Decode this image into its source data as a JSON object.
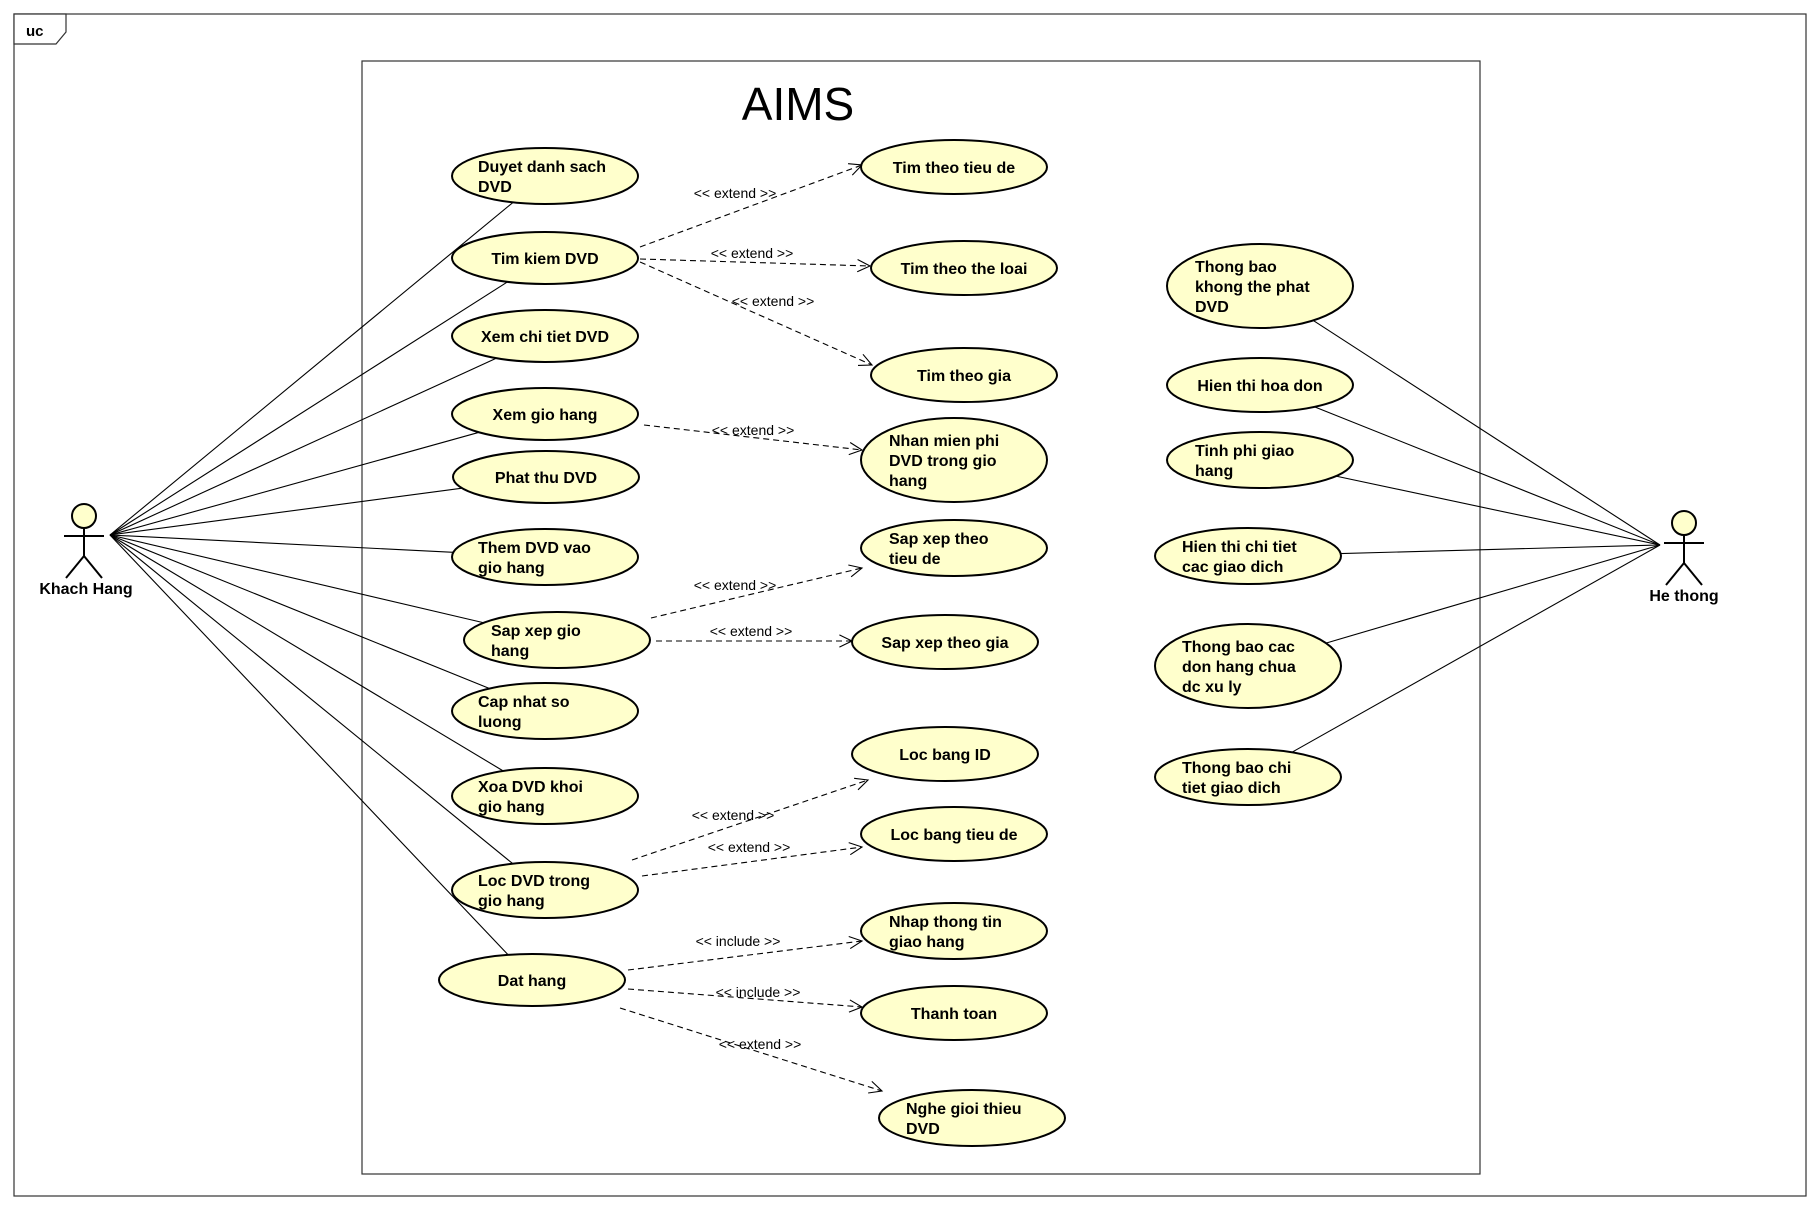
{
  "frame_label": "uc",
  "system_title": "AIMS",
  "actors": [
    {
      "id": "khach-hang",
      "label": "Khach Hang"
    },
    {
      "id": "he-thong",
      "label": "He thong"
    }
  ],
  "use_cases": [
    {
      "id": "duyet",
      "lines": [
        "Duyet danh sach",
        "DVD"
      ]
    },
    {
      "id": "timkiem",
      "lines": [
        "Tim kiem DVD"
      ]
    },
    {
      "id": "xemchitiet",
      "lines": [
        "Xem chi tiet DVD"
      ]
    },
    {
      "id": "xemgio",
      "lines": [
        "Xem gio hang"
      ]
    },
    {
      "id": "phatthu",
      "lines": [
        "Phat thu DVD"
      ]
    },
    {
      "id": "themdvd",
      "lines": [
        "Them DVD vao",
        "gio hang"
      ]
    },
    {
      "id": "sapxepgio",
      "lines": [
        "Sap xep gio",
        "hang"
      ]
    },
    {
      "id": "capnhat",
      "lines": [
        "Cap nhat so",
        "luong"
      ]
    },
    {
      "id": "xoadvd",
      "lines": [
        "Xoa DVD khoi",
        "gio hang"
      ]
    },
    {
      "id": "locdvd",
      "lines": [
        "Loc DVD trong",
        "gio hang"
      ]
    },
    {
      "id": "dathang",
      "lines": [
        "Dat hang"
      ]
    },
    {
      "id": "timtieude",
      "lines": [
        "Tim theo tieu de"
      ]
    },
    {
      "id": "timtheloai",
      "lines": [
        "Tim theo the loai"
      ]
    },
    {
      "id": "timgia",
      "lines": [
        "Tim theo gia"
      ]
    },
    {
      "id": "nhanmienphi",
      "lines": [
        "Nhan mien phi",
        "DVD trong gio",
        "hang"
      ]
    },
    {
      "id": "sapxeptieude",
      "lines": [
        "Sap xep theo",
        "tieu de"
      ]
    },
    {
      "id": "sapxepgia",
      "lines": [
        "Sap xep theo gia"
      ]
    },
    {
      "id": "locid",
      "lines": [
        "Loc bang ID"
      ]
    },
    {
      "id": "loctieude",
      "lines": [
        "Loc bang tieu de"
      ]
    },
    {
      "id": "nhapthongtin",
      "lines": [
        "Nhap thong tin",
        "giao hang"
      ]
    },
    {
      "id": "thanhtoan",
      "lines": [
        "Thanh toan"
      ]
    },
    {
      "id": "nghegioithieu",
      "lines": [
        "Nghe gioi thieu",
        "DVD"
      ]
    },
    {
      "id": "thongbaokhong",
      "lines": [
        "Thong bao",
        "khong the phat",
        "DVD"
      ]
    },
    {
      "id": "hienthihoadon",
      "lines": [
        "Hien thi hoa don"
      ]
    },
    {
      "id": "tinhphi",
      "lines": [
        "Tinh phi giao",
        "hang"
      ]
    },
    {
      "id": "hienthichitiet",
      "lines": [
        "Hien thi chi tiet",
        "cac giao dich"
      ]
    },
    {
      "id": "thongbaocac",
      "lines": [
        "Thong bao cac",
        "don hang chua",
        "dc xu ly"
      ]
    },
    {
      "id": "thongbaochitiet",
      "lines": [
        "Thong bao chi",
        "tiet giao dich"
      ]
    }
  ],
  "associations": [
    {
      "actor": "khach-hang",
      "use_case": "duyet"
    },
    {
      "actor": "khach-hang",
      "use_case": "timkiem"
    },
    {
      "actor": "khach-hang",
      "use_case": "xemchitiet"
    },
    {
      "actor": "khach-hang",
      "use_case": "xemgio"
    },
    {
      "actor": "khach-hang",
      "use_case": "phatthu"
    },
    {
      "actor": "khach-hang",
      "use_case": "themdvd"
    },
    {
      "actor": "khach-hang",
      "use_case": "sapxepgio"
    },
    {
      "actor": "khach-hang",
      "use_case": "capnhat"
    },
    {
      "actor": "khach-hang",
      "use_case": "xoadvd"
    },
    {
      "actor": "khach-hang",
      "use_case": "locdvd"
    },
    {
      "actor": "khach-hang",
      "use_case": "dathang"
    },
    {
      "actor": "he-thong",
      "use_case": "thongbaokhong"
    },
    {
      "actor": "he-thong",
      "use_case": "hienthihoadon"
    },
    {
      "actor": "he-thong",
      "use_case": "tinhphi"
    },
    {
      "actor": "he-thong",
      "use_case": "hienthichitiet"
    },
    {
      "actor": "he-thong",
      "use_case": "thongbaocac"
    },
    {
      "actor": "he-thong",
      "use_case": "thongbaochitiet"
    }
  ],
  "relations": [
    {
      "from": "timkiem",
      "to": "timtieude",
      "label": "<< extend >>"
    },
    {
      "from": "timkiem",
      "to": "timtheloai",
      "label": "<< extend >>"
    },
    {
      "from": "timkiem",
      "to": "timgia",
      "label": "<< extend >>"
    },
    {
      "from": "xemgio",
      "to": "nhanmienphi",
      "label": "<< extend >>"
    },
    {
      "from": "sapxepgio",
      "to": "sapxeptieude",
      "label": "<< extend >>"
    },
    {
      "from": "sapxepgio",
      "to": "sapxepgia",
      "label": "<< extend >>"
    },
    {
      "from": "locdvd",
      "to": "locid",
      "label": "<< extend >>"
    },
    {
      "from": "locdvd",
      "to": "loctieude",
      "label": "<< extend >>"
    },
    {
      "from": "dathang",
      "to": "nhapthongtin",
      "label": "<< include >>"
    },
    {
      "from": "dathang",
      "to": "thanhtoan",
      "label": "<< include >>"
    },
    {
      "from": "dathang",
      "to": "nghegioithieu",
      "label": "<< extend >>"
    }
  ]
}
